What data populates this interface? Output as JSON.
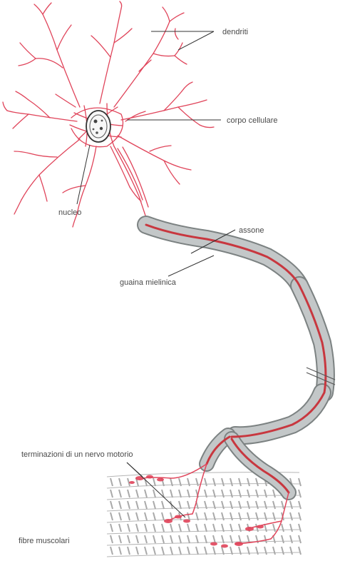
{
  "labels": {
    "dendrites": "dendriti",
    "cell_body": "corpo cellulare",
    "nucleus": "nucleo",
    "axon": "assone",
    "myelin_sheath": "guaina mielinica",
    "motor_nerve_endings": "terminazioni di un nervo motorio",
    "muscle_fibers": "fibre muscolari"
  },
  "colors": {
    "neuron": "#e0445a",
    "axon_core": "#c8373f",
    "myelin": "#b9bdbe",
    "muscle": "#c9c9c9",
    "leader": "#333333"
  }
}
